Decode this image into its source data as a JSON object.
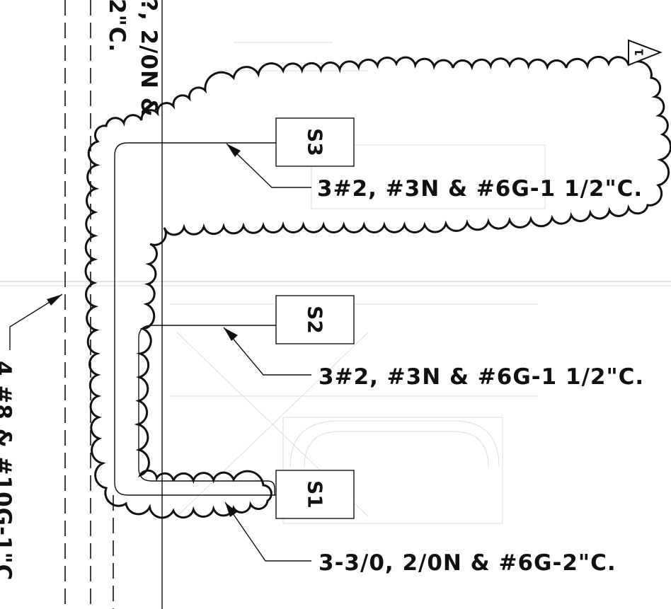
{
  "revision_tag": "1",
  "sections": [
    {
      "id": "S3",
      "label": "S3",
      "callout": "3#2, #3N & #6G-1 1/2\"C."
    },
    {
      "id": "S2",
      "label": "S2",
      "callout": "3#2, #3N & #6G-1 1/2\"C."
    },
    {
      "id": "S1",
      "label": "S1",
      "callout": "3-3/0, 2/0N & #6G-2\"C."
    }
  ],
  "left_callout": "4 #8 & #10G-1\"C.",
  "top_vertical_fragment_1": "?, 2/0N &",
  "top_vertical_fragment_2": "2\"C."
}
